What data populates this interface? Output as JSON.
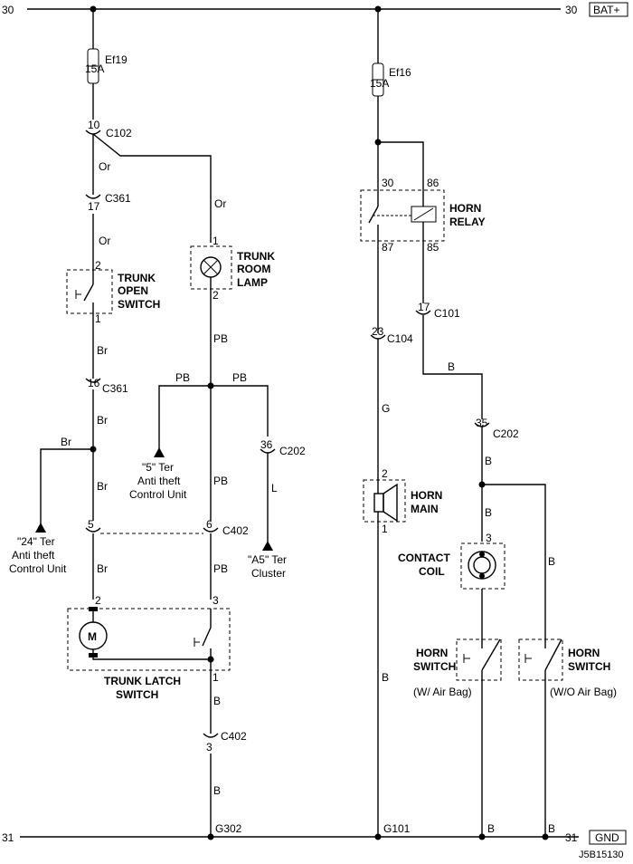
{
  "rails": {
    "top_left_num": "30",
    "top_right_num": "30",
    "top_tag": "BAT+",
    "bottom_left_num": "31",
    "bottom_right_num": "31",
    "bottom_tag": "GND"
  },
  "fuses": {
    "ef19_name": "Ef19",
    "ef19_amp": "15A",
    "ef16_name": "Ef16",
    "ef16_amp": "15A"
  },
  "connectors": {
    "c102": "C102",
    "c102_pin": "10",
    "c361a": "C361",
    "c361a_pin": "17",
    "c361b": "C361",
    "c361b_pin": "16",
    "c202a": "C202",
    "c202a_pin": "36",
    "c402a": "C402",
    "c402a_pin_left": "5",
    "c402a_pin_right": "6",
    "c402b": "C402",
    "c402b_pin": "3",
    "c104": "C104",
    "c104_pin": "23",
    "c101": "C101",
    "c101_pin": "17",
    "c202b": "C202",
    "c202b_pin": "35"
  },
  "wires": {
    "or1": "Or",
    "or2": "Or",
    "or3": "Or",
    "br1": "Br",
    "br2": "Br",
    "br3": "Br",
    "br4": "Br",
    "br5": "Br",
    "pb1": "PB",
    "pb2": "PB",
    "pb3": "PB",
    "pb4": "PB",
    "pb5": "PB",
    "l1": "L",
    "b1": "B",
    "b2": "B",
    "b3": "B",
    "b4": "B",
    "b5": "B",
    "b6": "B",
    "b7": "B",
    "b8": "B",
    "b_gnd1": "B",
    "b_gnd2": "B",
    "g1": "G"
  },
  "components": {
    "trunk_open_switch": [
      "TRUNK",
      "OPEN",
      "SWITCH"
    ],
    "trunk_open_pin_top": "2",
    "trunk_open_pin_bottom": "1",
    "trunk_room_lamp": [
      "TRUNK",
      "ROOM",
      "LAMP"
    ],
    "lamp_pin_top": "1",
    "lamp_pin_bottom": "2",
    "trunk_latch_switch": [
      "TRUNK LATCH",
      "SWITCH"
    ],
    "latch_pin_motor": "2",
    "latch_pin_switch_top": "3",
    "latch_pin_switch_bottom": "1",
    "motor_symbol": "M",
    "horn_relay": [
      "HORN",
      "RELAY"
    ],
    "relay_pin_30": "30",
    "relay_pin_86": "86",
    "relay_pin_87": "87",
    "relay_pin_85": "85",
    "horn_main": [
      "HORN",
      "MAIN"
    ],
    "horn_pin_top": "2",
    "horn_pin_bottom": "1",
    "contact_coil": [
      "CONTACT",
      "COIL"
    ],
    "coil_pin": "3",
    "horn_switch_airbag": [
      "HORN",
      "SWITCH"
    ],
    "horn_switch_airbag_note": "(W/ Air Bag)",
    "horn_switch_noairbag": [
      "HORN",
      "SWITCH"
    ],
    "horn_switch_noairbag_note": "(W/O Air Bag)"
  },
  "terminals": {
    "ter24": [
      "\"24\" Ter",
      "Anti theft",
      "Control Unit"
    ],
    "ter5": [
      "\"5\" Ter",
      "Anti theft",
      "Control Unit"
    ],
    "tera5": [
      "\"A5\" Ter",
      "Cluster"
    ]
  },
  "grounds": {
    "g302": "G302",
    "g101": "G101"
  },
  "figure_code": "J5B15130"
}
